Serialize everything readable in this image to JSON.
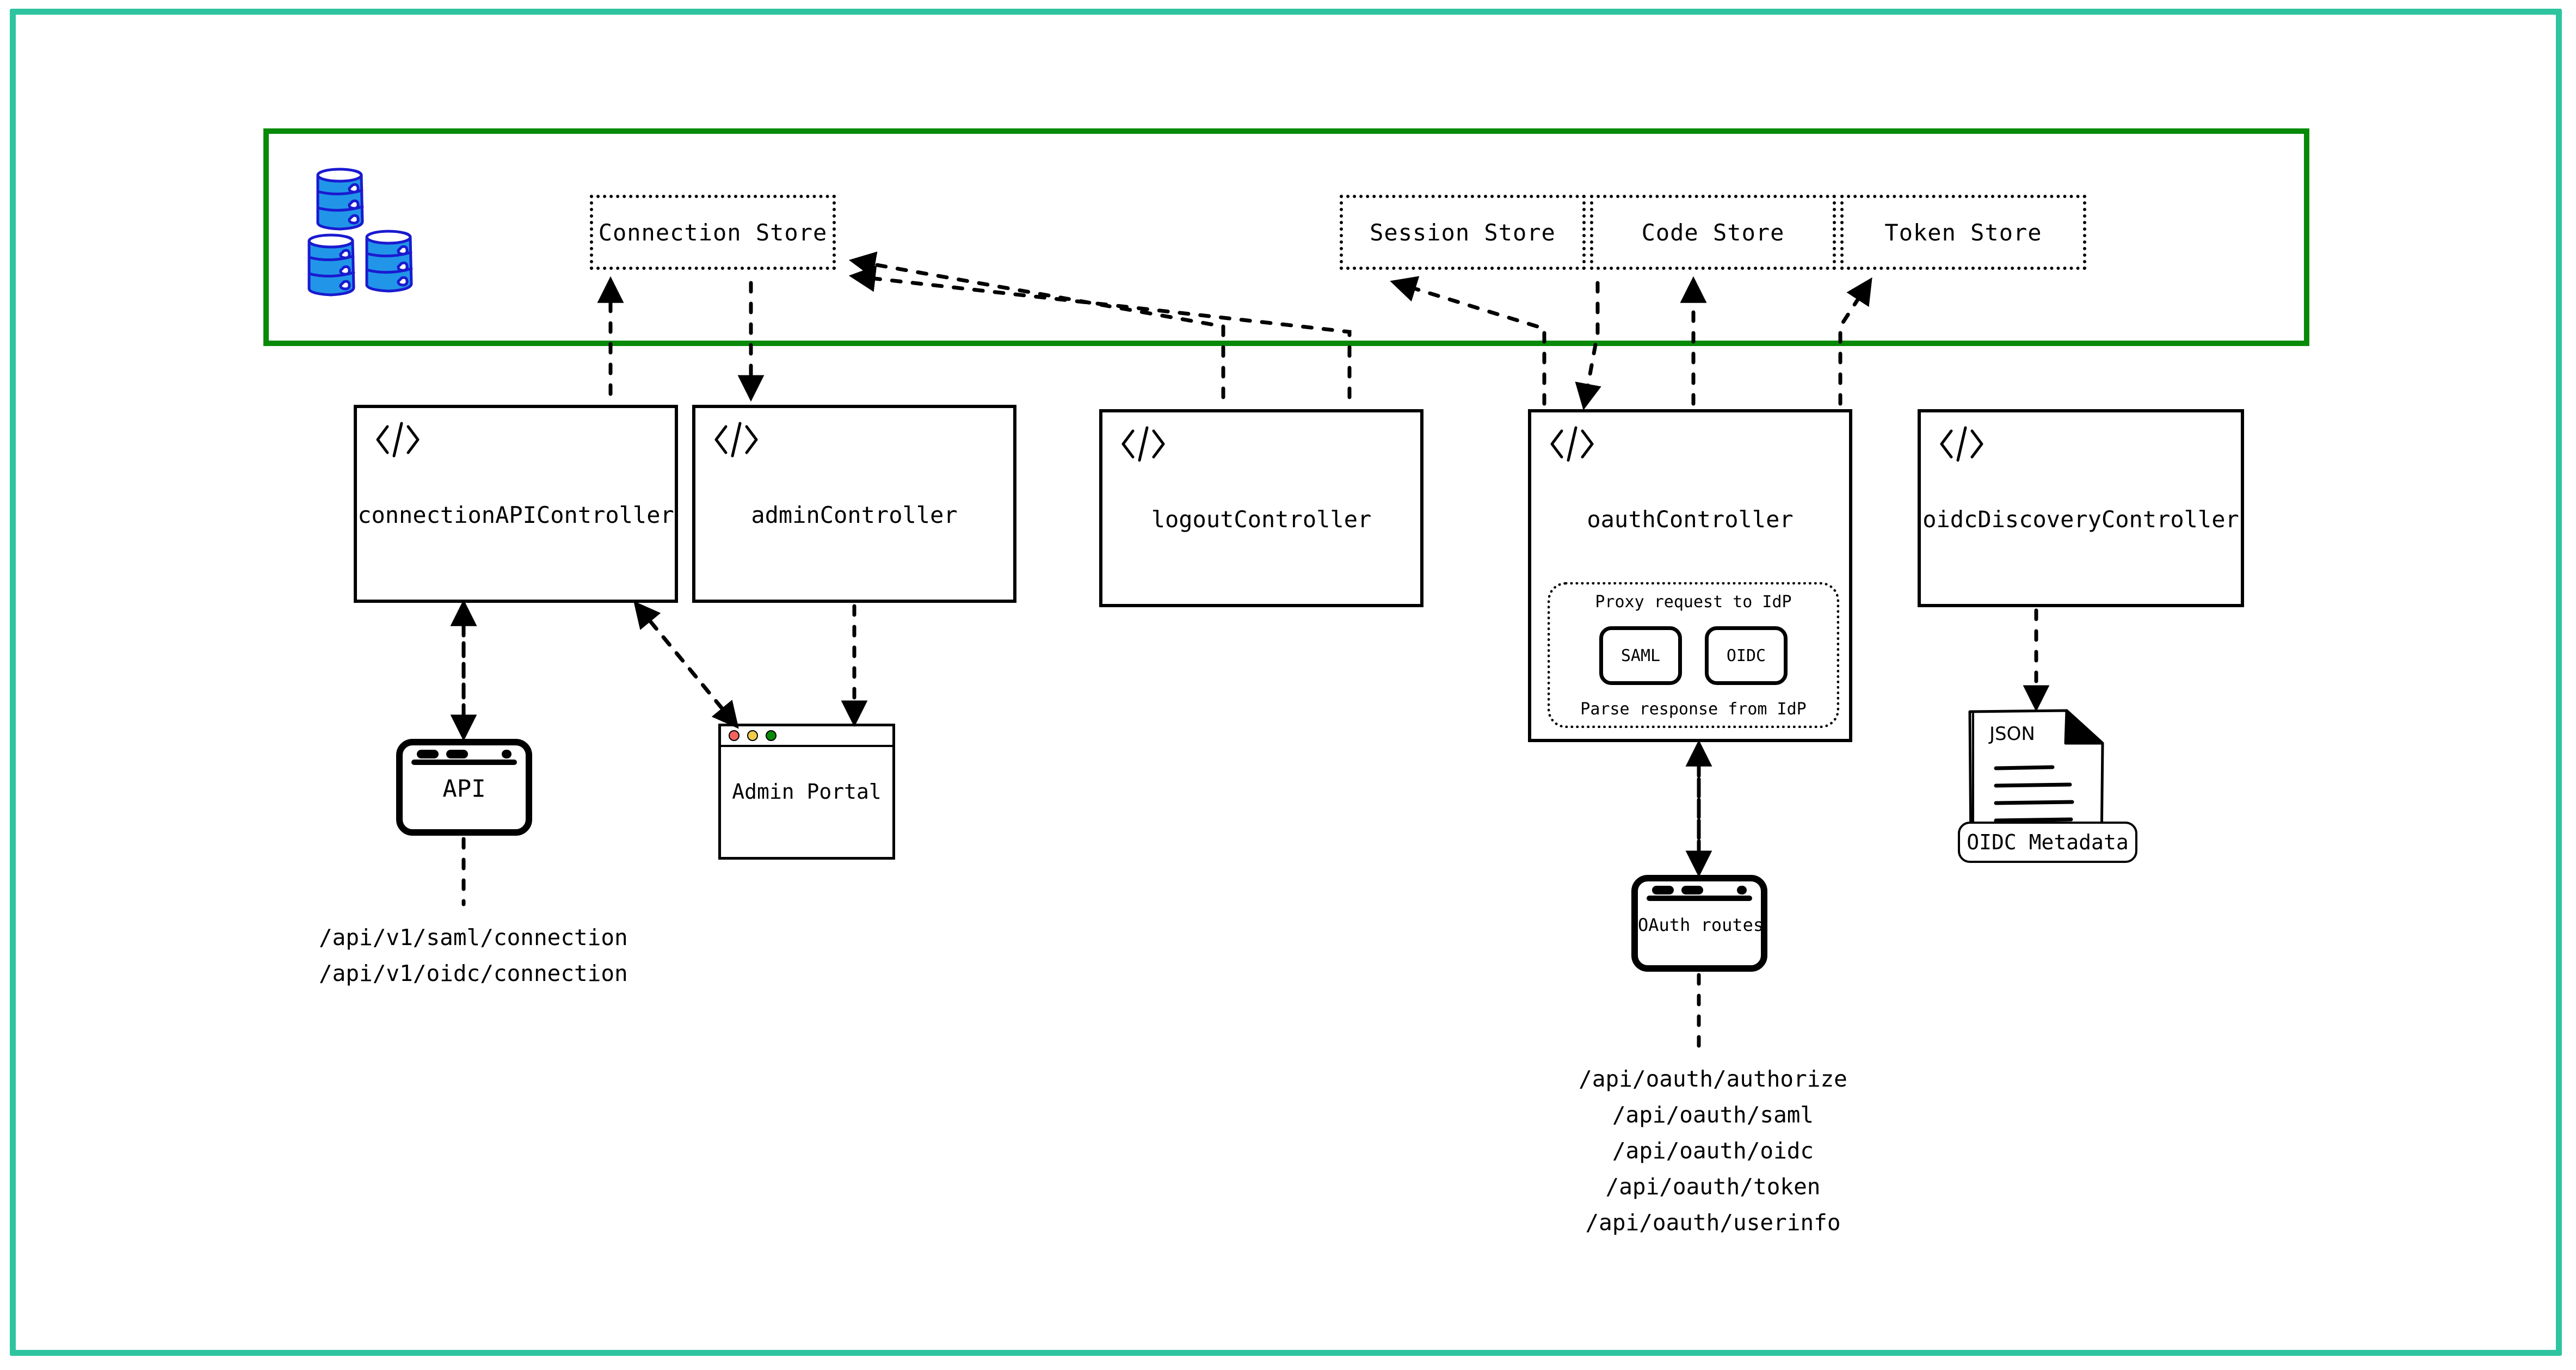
{
  "theme": {
    "outer_border_color": "#2ec4a0",
    "store_container_border_color": "#088a08",
    "database_fill": "#2196e8",
    "database_stroke": "#1a1ad0",
    "traffic_red": "#f4625f",
    "traffic_yellow": "#f0cc4a",
    "traffic_green": "#088a08",
    "line_color": "#000000"
  },
  "stores": {
    "connection": {
      "label": "Connection Store"
    },
    "session": {
      "label": "Session Store"
    },
    "code": {
      "label": "Code Store"
    },
    "token": {
      "label": "Token Store"
    }
  },
  "database_icon": {
    "name": "database-cylinders",
    "count": 3
  },
  "controllers": {
    "connection_api": {
      "label": "connectionAPIController",
      "icon": "code-icon"
    },
    "admin": {
      "label": "adminController",
      "icon": "code-icon"
    },
    "logout": {
      "label": "logoutController",
      "icon": "code-icon"
    },
    "oauth": {
      "label": "oauthController",
      "icon": "code-icon"
    },
    "oidc_discovery": {
      "label": "oidcDiscoveryController",
      "icon": "code-icon"
    }
  },
  "idp_group": {
    "top_caption": "Proxy request to IdP",
    "bottom_caption": "Parse response from IdP",
    "protocols": [
      {
        "label": "SAML"
      },
      {
        "label": "OIDC"
      }
    ]
  },
  "endpoints": {
    "api_icon_label": "API",
    "admin_portal_label": "Admin Portal",
    "oauth_routes_label": "OAuth routes",
    "json_doc_label": "JSON",
    "oidc_metadata_label": "OIDC Metadata"
  },
  "routes": {
    "connection": [
      "/api/v1/saml/connection",
      "/api/v1/oidc/connection"
    ],
    "oauth": [
      "/api/oauth/authorize",
      "/api/oauth/saml",
      "/api/oauth/oidc",
      "/api/oauth/token",
      "/api/oauth/userinfo"
    ]
  }
}
